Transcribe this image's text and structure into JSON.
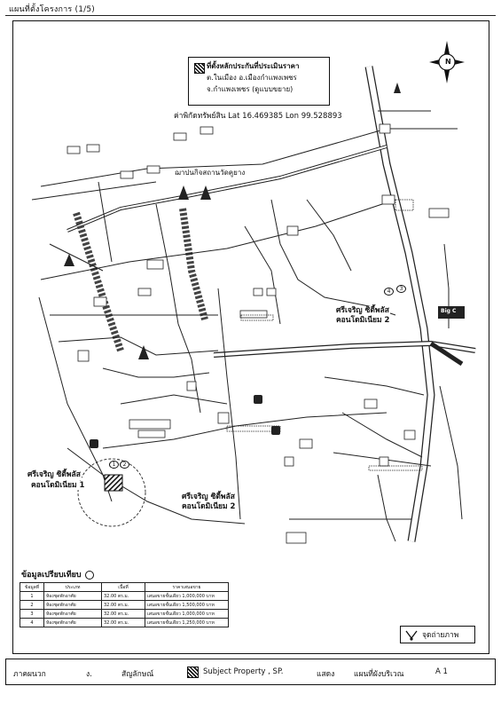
{
  "header": {
    "title": "แผนที่ตั้งโครงการ (1/5)"
  },
  "legend": {
    "line1": "ที่ตั้งหลักประกันที่ประเมินราคา",
    "line2": "ต.ในเมือง อ.เมืองกำแพงเพชร",
    "line3": "จ.กำแพงเพชร (ดูแบบขยาย)"
  },
  "coords": "ค่าพิกัดทรัพย์สิน Lat  16.469385  Lon 99.528893",
  "map_labels": {
    "temple": "ฌาปนกิจสถานวัดคูยาง",
    "project1_l1": "ศรีเจริญ ซิตี้พลัส",
    "project1_l2": "คอนโดมิเนียม 1",
    "project2_l1": "ศรีเจริญ ซิตี้พลัส",
    "project2_l2": "คอนโดมิเนียม 2",
    "project3_l1": "ศรีเจริญ ซิตี้พลัส",
    "project3_l2": "คอนโดมิเนียม 2",
    "big_c": "Big C",
    "marker1": "1",
    "marker2": "2",
    "marker3": "3",
    "marker4": "4",
    "north": "N"
  },
  "comparison": {
    "title": "ข้อมูลเปรียบเทียบ",
    "headers": [
      "ข้อมูลที่",
      "ประเภท",
      "เนื้อที่",
      "ราคาเสนอขาย"
    ],
    "rows": [
      [
        "1",
        "ห้องชุดพักอาศัย",
        "32.00 ตร.ม.",
        "เสนอขายชั้นเดียว 1,000,000 บาท"
      ],
      [
        "2",
        "ห้องชุดพักอาศัย",
        "32.00 ตร.ม.",
        "เสนอขายชั้นเดียว 1,500,000 บาท"
      ],
      [
        "3",
        "ห้องชุดพักอาศัย",
        "32.00 ตร.ม.",
        "เสนอขายชั้นเดียว 1,000,000 บาท"
      ],
      [
        "4",
        "ห้องชุดพักอาศัย",
        "32.00 ตร.ม.",
        "เสนอขายชั้นเดียว 1,250,000 บาท"
      ]
    ]
  },
  "photo_point": "จุดถ่ายภาพ",
  "footer": {
    "region_label": "ภาคผนวก",
    "region_value": "ง.",
    "symbol_label": "สัญลักษณ์",
    "symbol_value": "Subject  Property , SP.",
    "show_label": "แสดง",
    "show_value": "แผนที่ผังบริเวณ",
    "code": "A 1"
  }
}
